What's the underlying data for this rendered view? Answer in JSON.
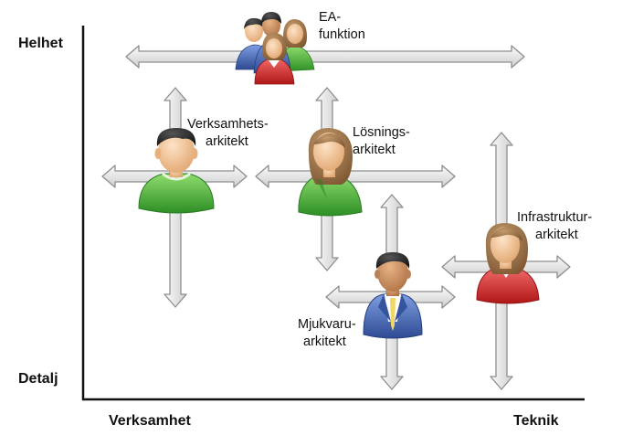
{
  "axes": {
    "y_top": "Helhet",
    "y_bottom": "Detalj",
    "x_left": "Verksamhet",
    "x_right": "Teknik"
  },
  "roles": {
    "ea": {
      "line1": "EA-",
      "line2": "funktion"
    },
    "business": {
      "line1": "Verksamhets-",
      "line2": "arkitekt"
    },
    "solution": {
      "line1": "Lösnings-",
      "line2": "arkitekt"
    },
    "software": {
      "line1": "Mjukvaru-",
      "line2": "arkitekt"
    },
    "infrastructure": {
      "line1": "Infrastruktur-",
      "line2": "arkitekt"
    }
  },
  "icons": [
    "group-people-icon",
    "person-green-icon",
    "person-woman-green-icon",
    "person-man-blue-suit-icon",
    "person-woman-red-icon",
    "double-arrow-icon"
  ],
  "colors": {
    "axis": "#111111",
    "arrow_fill": "#e2e2e2",
    "arrow_stroke": "#8e8e8e",
    "green": "#39a52f",
    "blue": "#3f62b0",
    "red": "#d22a2a",
    "skin": "#f2c79a"
  }
}
